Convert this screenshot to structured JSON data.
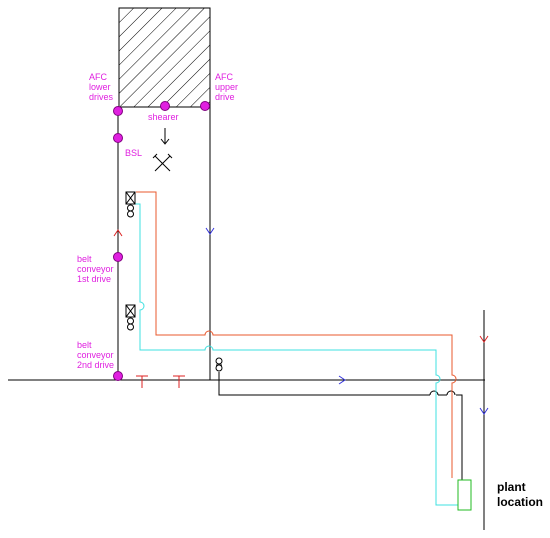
{
  "colors": {
    "magenta": "#e020e0",
    "orange_line": "#e8582c",
    "cyan_line": "#3fe0e0",
    "blue_arrow": "#3333dd",
    "red_arrow": "#dd2222",
    "green_box": "#22bb22",
    "black": "#000000"
  },
  "labels": {
    "afc_lower": [
      "AFC",
      "lower",
      "drives"
    ],
    "afc_upper": [
      "AFC",
      "upper",
      "drive"
    ],
    "shearer": "shearer",
    "bsl": "BSL",
    "belt_1st": [
      "belt",
      "conveyor",
      "1st drive"
    ],
    "belt_2nd": [
      "belt",
      "conveyor",
      "2nd drive"
    ],
    "plant": [
      "plant",
      "location"
    ]
  },
  "icons": [
    "mining-face-hatched",
    "drive-node",
    "roof-support-icon",
    "monorail-car-icon",
    "transformer-icon",
    "flow-arrow"
  ]
}
